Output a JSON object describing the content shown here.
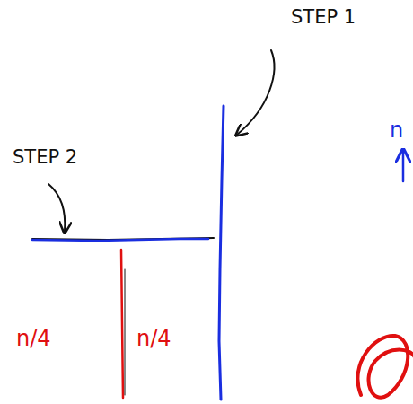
{
  "diagram": {
    "labels": [
      "STEP 1",
      "STEP 2",
      "n/4",
      "n/4",
      "n"
    ]
  }
}
